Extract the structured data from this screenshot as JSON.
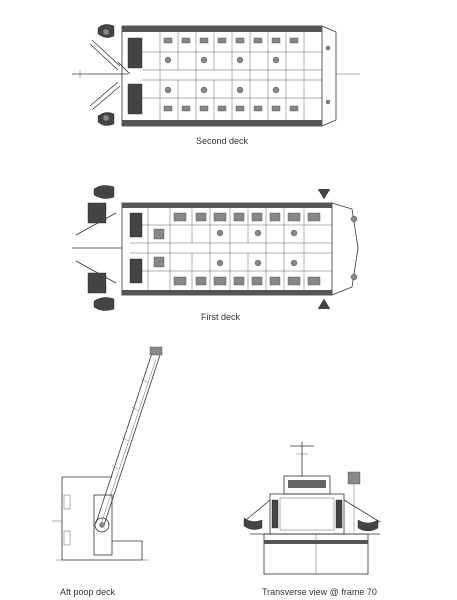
{
  "captions": {
    "second_deck": "Second deck",
    "first_deck": "First deck",
    "aft_poop_deck": "Aft poop deck",
    "transverse_view": "Transverse view @ frame 70"
  }
}
